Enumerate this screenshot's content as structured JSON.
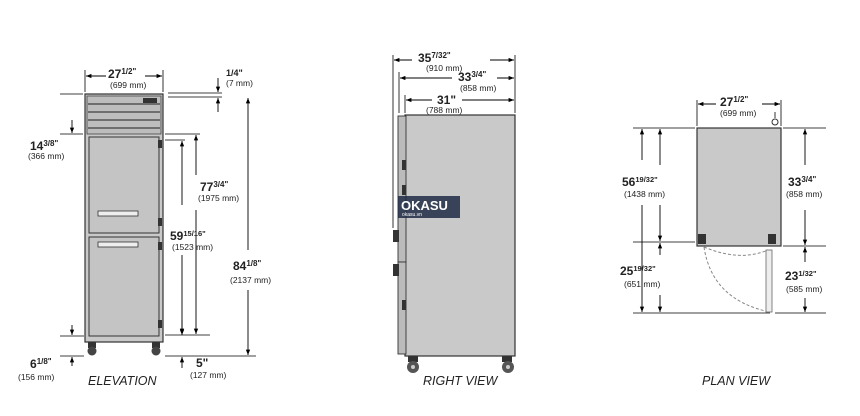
{
  "views": {
    "elevation": {
      "label": "ELEVATION"
    },
    "right": {
      "label": "RIGHT VIEW"
    },
    "plan": {
      "label": "PLAN VIEW"
    }
  },
  "dims": {
    "elev_width": {
      "whole": "27",
      "frac": "1/2\"",
      "mm": "(699 mm)"
    },
    "elev_top_gap": {
      "whole": "",
      "frac": "1/4\"",
      "mm": "(7 mm)"
    },
    "elev_top_section": {
      "whole": "14",
      "frac": "3/8\"",
      "mm": "(366 mm)"
    },
    "elev_door_top": {
      "whole": "77",
      "frac": "3/4\"",
      "mm": "(1975 mm)"
    },
    "elev_door_height": {
      "whole": "59",
      "frac": "15/16\"",
      "mm": "(1523 mm)"
    },
    "elev_total_height": {
      "whole": "84",
      "frac": "1/8\"",
      "mm": "(2137 mm)"
    },
    "elev_casters": {
      "whole": "6",
      "frac": "1/8\"",
      "mm": "(156 mm)"
    },
    "elev_bottom_gap": {
      "whole": "5\"",
      "frac": "",
      "mm": "(127 mm)"
    },
    "right_depth_overall": {
      "whole": "35",
      "frac": "7/32\"",
      "mm": "(910 mm)"
    },
    "right_depth_handles": {
      "whole": "33",
      "frac": "3/4\"",
      "mm": "(858 mm)"
    },
    "right_depth_body": {
      "whole": "31\"",
      "frac": "",
      "mm": "(788 mm)"
    },
    "plan_width": {
      "whole": "27",
      "frac": "1/2\"",
      "mm": "(699 mm)"
    },
    "plan_total": {
      "whole": "56",
      "frac": "19/32\"",
      "mm": "(1438 mm)"
    },
    "plan_body": {
      "whole": "33",
      "frac": "3/4\"",
      "mm": "(858 mm)"
    },
    "plan_swing_left": {
      "whole": "25",
      "frac": "19/32\"",
      "mm": "(651 mm)"
    },
    "plan_swing_right": {
      "whole": "23",
      "frac": "1/32\"",
      "mm": "(585 mm)"
    }
  },
  "watermark": {
    "brand": "OKASU",
    "tagline": "okasu.vn"
  }
}
